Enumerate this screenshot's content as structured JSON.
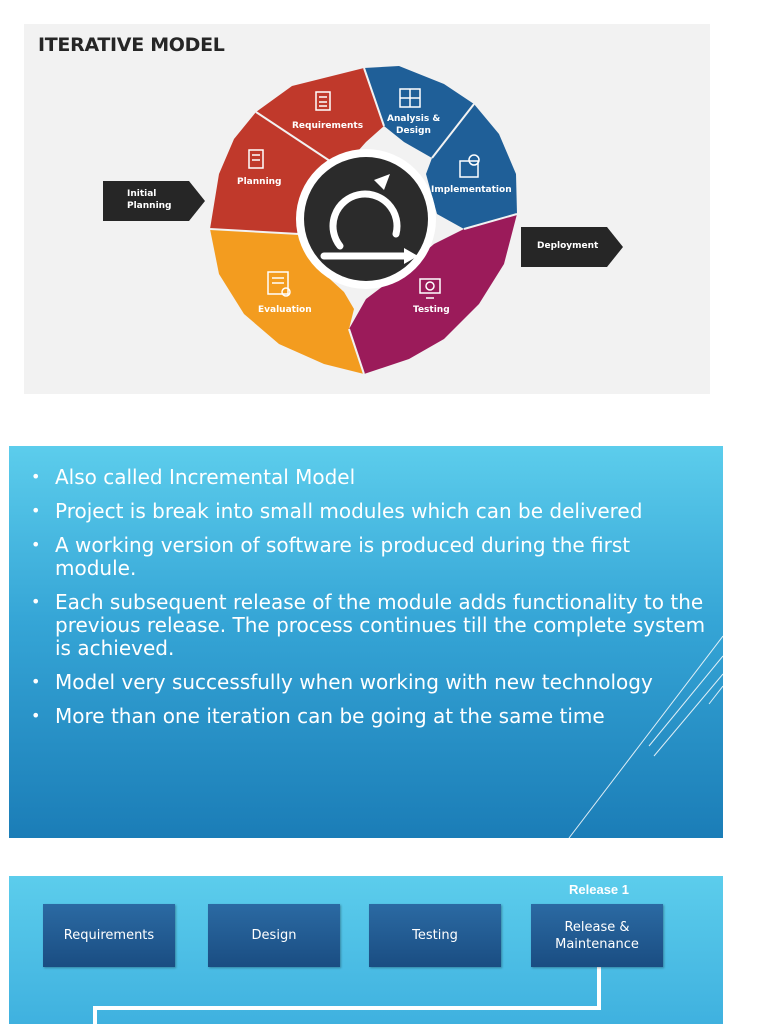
{
  "slide1": {
    "title": "ITERATIVE MODEL",
    "phases": [
      {
        "label": "Requirements",
        "color": "#c0392b",
        "icon": "document-list-icon"
      },
      {
        "label": "Analysis &\nDesign",
        "color": "#1f5f98",
        "icon": "blueprint-icon"
      },
      {
        "label": "Implementation",
        "color": "#1f5f98",
        "icon": "gear-code-icon"
      },
      {
        "label": "Testing",
        "color": "#9b1b5a",
        "icon": "monitor-check-icon"
      },
      {
        "label": "Evaluation",
        "color": "#f39c1f",
        "icon": "checklist-icon"
      },
      {
        "label": "Planning",
        "color": "#c0392b",
        "icon": "notepad-icon"
      }
    ],
    "center_icon": "iteration-loop-icon",
    "initial_label": "Initial\nPlanning",
    "deploy_label": "Deployment"
  },
  "slide2": {
    "bullets": [
      "Also called Incremental Model",
      "Project is break into small modules which can be delivered",
      "A working version of software is produced during the first module.",
      "Each subsequent release of the module adds functionality to the previous release. The process continues till the complete system is achieved.",
      "Model very successfully when working with new technology",
      "More than one iteration can be going at the same time"
    ]
  },
  "slide3": {
    "release_label": "Release 1",
    "phases": [
      "Requirements",
      "Design",
      "Testing",
      "Release &\nMaintenance"
    ]
  }
}
